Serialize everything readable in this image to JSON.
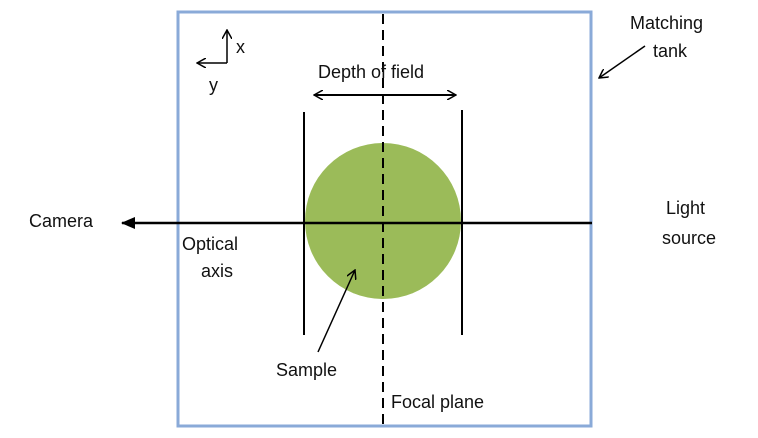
{
  "labels": {
    "matching_tank_line1": "Matching",
    "matching_tank_line2": "tank",
    "depth_of_field": "Depth of field",
    "camera": "Camera",
    "light_line1": "Light",
    "light_line2": "source",
    "optical_line1": "Optical",
    "optical_line2": "axis",
    "sample": "Sample",
    "focal_plane": "Focal plane",
    "axis_x": "x",
    "axis_y": "y"
  },
  "colors": {
    "tank_border": "#8aaad8",
    "sample_fill": "#9bbb59",
    "line": "#000000"
  }
}
